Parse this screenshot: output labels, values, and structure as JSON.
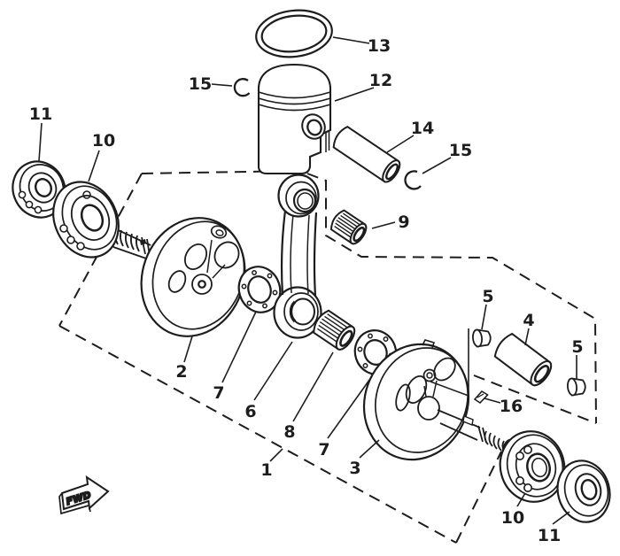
{
  "diagram": {
    "kind": "exploded-parts-line-drawing",
    "fwd_label": "FWD",
    "callouts": {
      "n1": "1",
      "n2": "2",
      "n3": "3",
      "n4": "4",
      "n5a": "5",
      "n5b": "5",
      "n6": "6",
      "n7a": "7",
      "n7b": "7",
      "n8": "8",
      "n9": "9",
      "n10a": "10",
      "n10b": "10",
      "n11a": "11",
      "n11b": "11",
      "n12": "12",
      "n13": "13",
      "n14": "14",
      "n15a": "15",
      "n15b": "15",
      "n16": "16"
    },
    "colors": {
      "ink": "#1d1d1d",
      "paper": "#ffffff"
    }
  }
}
